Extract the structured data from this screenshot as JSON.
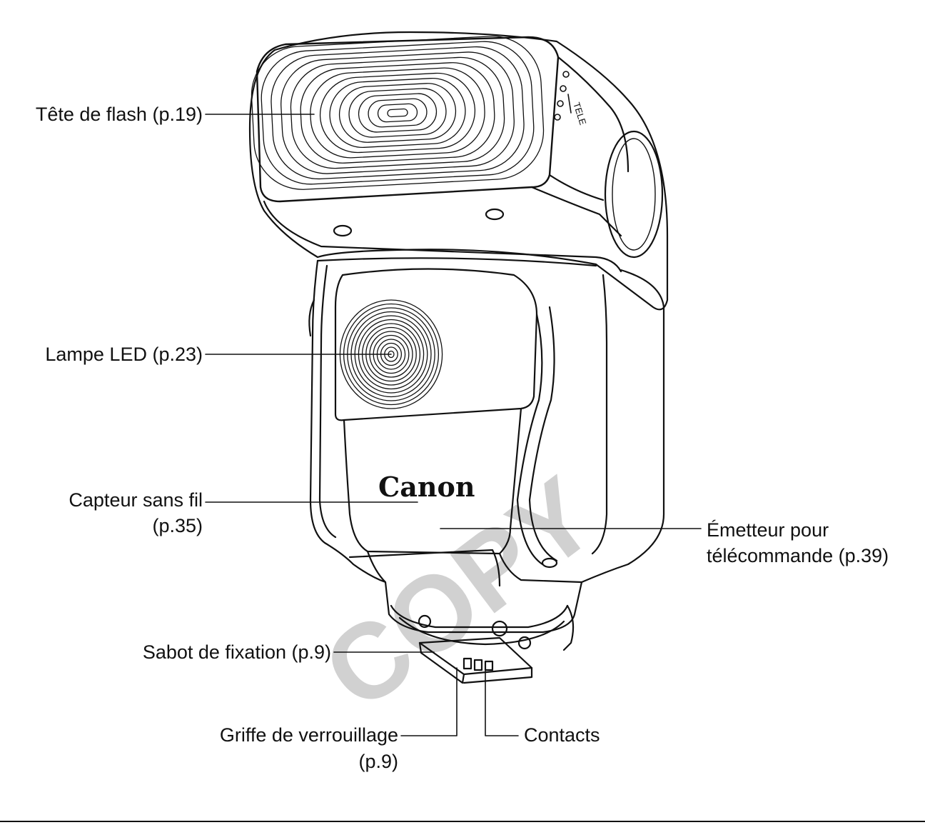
{
  "labels": {
    "tete_flash": "Tête de flash (p.19)",
    "lampe_led": "Lampe LED (p.23)",
    "capteur_1": "Capteur sans fil",
    "capteur_2": "(p.35)",
    "emetteur_1": "Émetteur pour",
    "emetteur_2": "télécommande (p.39)",
    "sabot": "Sabot de fixation (p.9)",
    "griffe_1": "Griffe de verrouillage",
    "griffe_2": "(p.9)",
    "contacts": "Contacts"
  },
  "device": {
    "brand": "Canon",
    "zoom_mark": "TELE"
  },
  "watermark": "COPY",
  "colors": {
    "ink": "#111111",
    "watermark": "#c9c9c9",
    "background": "#ffffff"
  }
}
